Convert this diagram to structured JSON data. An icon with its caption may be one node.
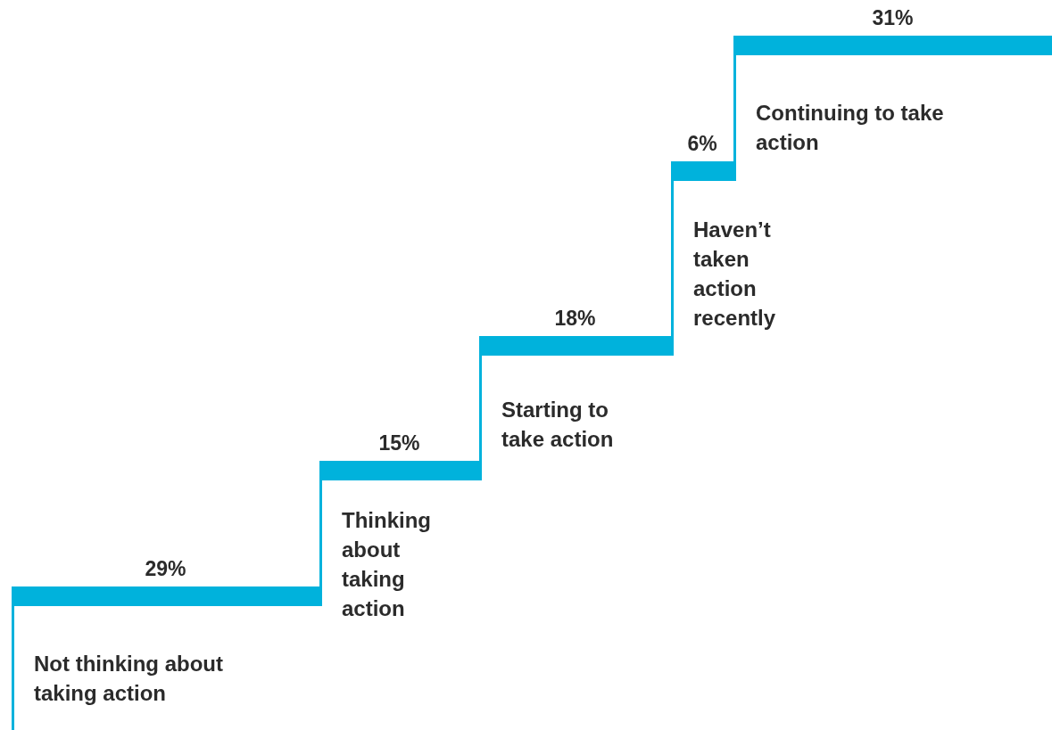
{
  "diagram": {
    "nodes": [
      {
        "text": [
          "29%",
          "Not thinking about taking action"
        ]
      },
      {
        "text": [
          "15%",
          "Thinking about taking action"
        ]
      },
      {
        "text": [
          "18%",
          "Starting to take action"
        ]
      },
      {
        "text": [
          "6%",
          "Haven’t taken action recently"
        ]
      },
      {
        "text": [
          "31%",
          "Continuing to take action"
        ]
      }
    ]
  }
}
